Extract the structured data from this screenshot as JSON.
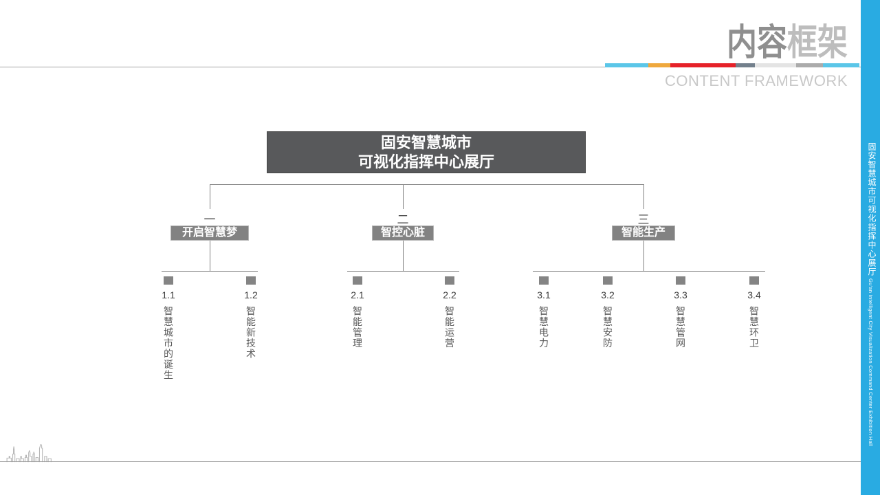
{
  "header": {
    "title_part1": "内容",
    "title_part2": "框架",
    "subtitle": "CONTENT FRAMEWORK",
    "accent_segments": [
      "#5bc6e8",
      "#efa83d",
      "#e62129",
      "#73808c",
      "#e4e4e4",
      "#ababab",
      "#5bc6e8"
    ]
  },
  "sidebar": {
    "title_zh": "固安智慧城市可视化指挥中心展厅",
    "title_en": "Gu'an Intelligent City Visualization Command Center Exhibition Hall",
    "color": "#29abe2"
  },
  "tree": {
    "root": {
      "line1": "固安智慧城市",
      "line2": "可视化指挥中心展厅"
    },
    "branches": [
      {
        "index_label": "一",
        "title": "开启智慧梦",
        "children": [
          {
            "num": "1.1",
            "label": "智慧城市的诞生"
          },
          {
            "num": "1.2",
            "label": "智能新技术"
          }
        ]
      },
      {
        "index_label": "二",
        "title": "智控心脏",
        "children": [
          {
            "num": "2.1",
            "label": "智能管理"
          },
          {
            "num": "2.2",
            "label": "智能运营"
          }
        ]
      },
      {
        "index_label": "三",
        "title": "智能生产",
        "children": [
          {
            "num": "3.1",
            "label": "智慧电力"
          },
          {
            "num": "3.2",
            "label": "智慧安防"
          },
          {
            "num": "3.3",
            "label": "智慧管网"
          },
          {
            "num": "3.4",
            "label": "智慧环卫"
          }
        ]
      }
    ]
  }
}
